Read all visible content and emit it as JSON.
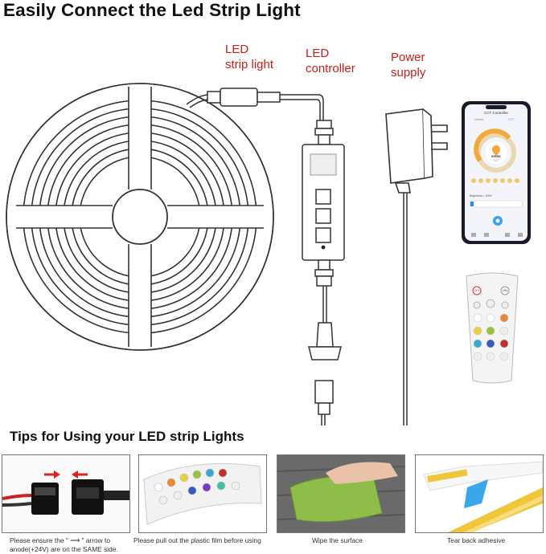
{
  "title": "Easily Connect the Led Strip Light",
  "labels": {
    "strip": [
      "LED",
      "strip light"
    ],
    "controller": [
      "LED",
      "controller"
    ],
    "power": [
      "Power",
      "supply"
    ]
  },
  "phone": {
    "app_title": "CCT Controller",
    "tabs": [
      "Default",
      "CCT"
    ],
    "temperature": "6500K",
    "sub": "CCT",
    "brightness": "Brightness • 100%"
  },
  "remote": {
    "off": "OFF",
    "on": "ON"
  },
  "tips": {
    "title": "Tips for Using your LED strip Lights",
    "captions": [
      [
        "Please ensure the \" ⟶ \" arrow to",
        "anode(+24V) are on the SAME side."
      ],
      [
        "Please pull out the plastic film before using"
      ],
      [
        "Wipe the surface"
      ],
      [
        "Tear back adhesive"
      ]
    ]
  },
  "colors": {
    "label_red": "#c8201c",
    "strip_yellow": "#f0c73a",
    "towel_green": "#8fbd4a"
  }
}
